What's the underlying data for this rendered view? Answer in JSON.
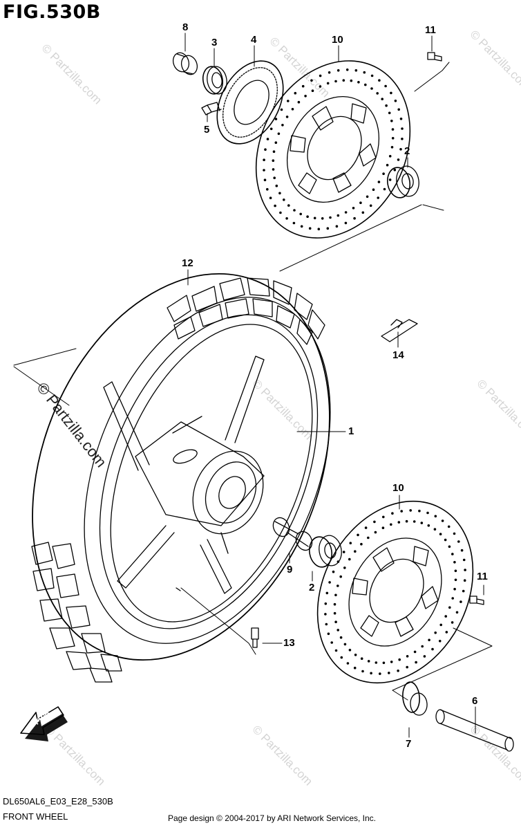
{
  "figure": {
    "title": "FIG.530B",
    "code": "DL650AL6_E03_E28_530B",
    "name": "FRONT WHEEL",
    "copyright": "Page design © 2004-2017 by ARI Network Services, Inc.",
    "direction_label": "FWD"
  },
  "watermark": {
    "text": "© Partzilla.com"
  },
  "callouts": [
    {
      "id": "8",
      "text": "8"
    },
    {
      "id": "3",
      "text": "3"
    },
    {
      "id": "4",
      "text": "4"
    },
    {
      "id": "10a",
      "text": "10"
    },
    {
      "id": "11a",
      "text": "11"
    },
    {
      "id": "5",
      "text": "5"
    },
    {
      "id": "2a",
      "text": "2"
    },
    {
      "id": "12",
      "text": "12"
    },
    {
      "id": "14",
      "text": "14"
    },
    {
      "id": "1",
      "text": "1"
    },
    {
      "id": "10b",
      "text": "10"
    },
    {
      "id": "9",
      "text": "9"
    },
    {
      "id": "2b",
      "text": "2"
    },
    {
      "id": "11b",
      "text": "11"
    },
    {
      "id": "13",
      "text": "13"
    },
    {
      "id": "6",
      "text": "6"
    },
    {
      "id": "7",
      "text": "7"
    }
  ],
  "colors": {
    "line": "#000000",
    "watermark": "#d4d4d4",
    "background": "#ffffff"
  }
}
